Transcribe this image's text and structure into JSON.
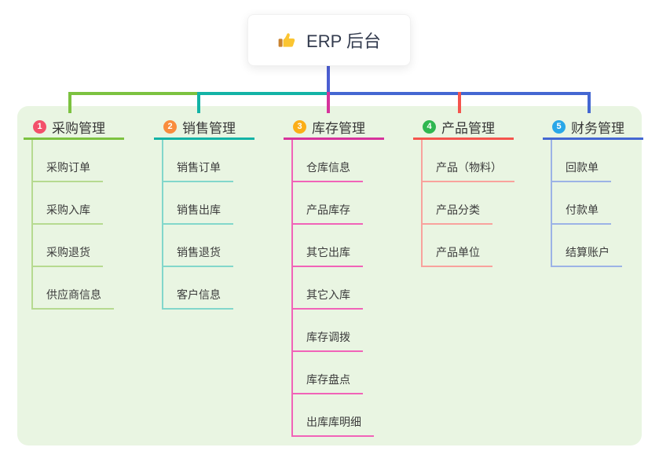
{
  "root": {
    "label": "ERP 后台",
    "icon": "thumbs-up-icon"
  },
  "colors": {
    "panel_background": "#e9f5e2",
    "root_stem": "#4c5ed2"
  },
  "branches": [
    {
      "num": "1",
      "label": "采购管理",
      "badge_color": "#f3506a",
      "line_color": "#7cc240",
      "child_line_color": "#b6da90",
      "children": [
        "采购订单",
        "采购入库",
        "采购退货",
        "供应商信息"
      ]
    },
    {
      "num": "2",
      "label": "销售管理",
      "badge_color": "#f98c3d",
      "line_color": "#13b3a6",
      "child_line_color": "#82d7cb",
      "children": [
        "销售订单",
        "销售出库",
        "销售退货",
        "客户信息"
      ]
    },
    {
      "num": "3",
      "label": "库存管理",
      "badge_color": "#fbae17",
      "line_color": "#d6339c",
      "child_line_color": "#f163b8",
      "children": [
        "仓库信息",
        "产品库存",
        "其它出库",
        "其它入库",
        "库存调拨",
        "库存盘点",
        "出库库明细"
      ]
    },
    {
      "num": "4",
      "label": "产品管理",
      "badge_color": "#2fb750",
      "line_color": "#f4544d",
      "child_line_color": "#f9a29d",
      "children": [
        "产品（物料）",
        "产品分类",
        "产品单位"
      ]
    },
    {
      "num": "5",
      "label": "财务管理",
      "badge_color": "#29a7e8",
      "line_color": "#4467d2",
      "child_line_color": "#9cb3e6",
      "children": [
        "回款单",
        "付款单",
        "结算账户"
      ]
    }
  ]
}
